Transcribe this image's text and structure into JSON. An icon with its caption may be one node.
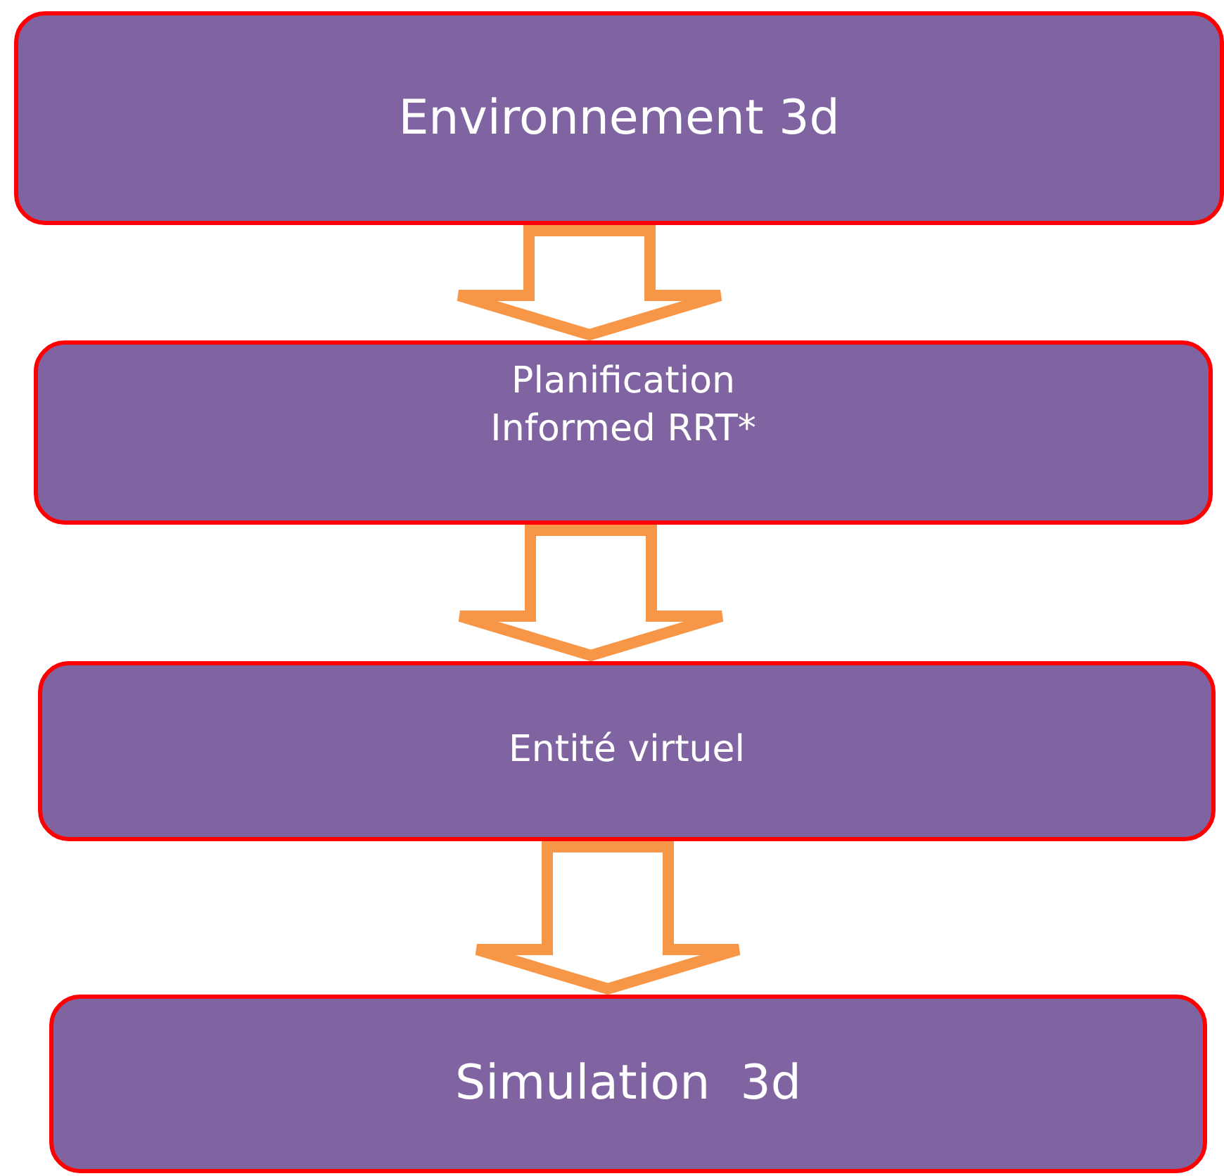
{
  "diagram": {
    "nodes": [
      {
        "text": [
          "Environnement 3d"
        ]
      },
      {
        "text": [
          "Planification",
          "Informed RRT*"
        ]
      },
      {
        "text": [
          "Entité virtuel"
        ]
      },
      {
        "text": [
          "Simulation  3d"
        ]
      }
    ],
    "edges": [
      {
        "from": 0,
        "to": 1,
        "arrow": "to"
      },
      {
        "from": 1,
        "to": 2,
        "arrow": "to"
      },
      {
        "from": 2,
        "to": 3,
        "arrow": "to"
      }
    ]
  }
}
